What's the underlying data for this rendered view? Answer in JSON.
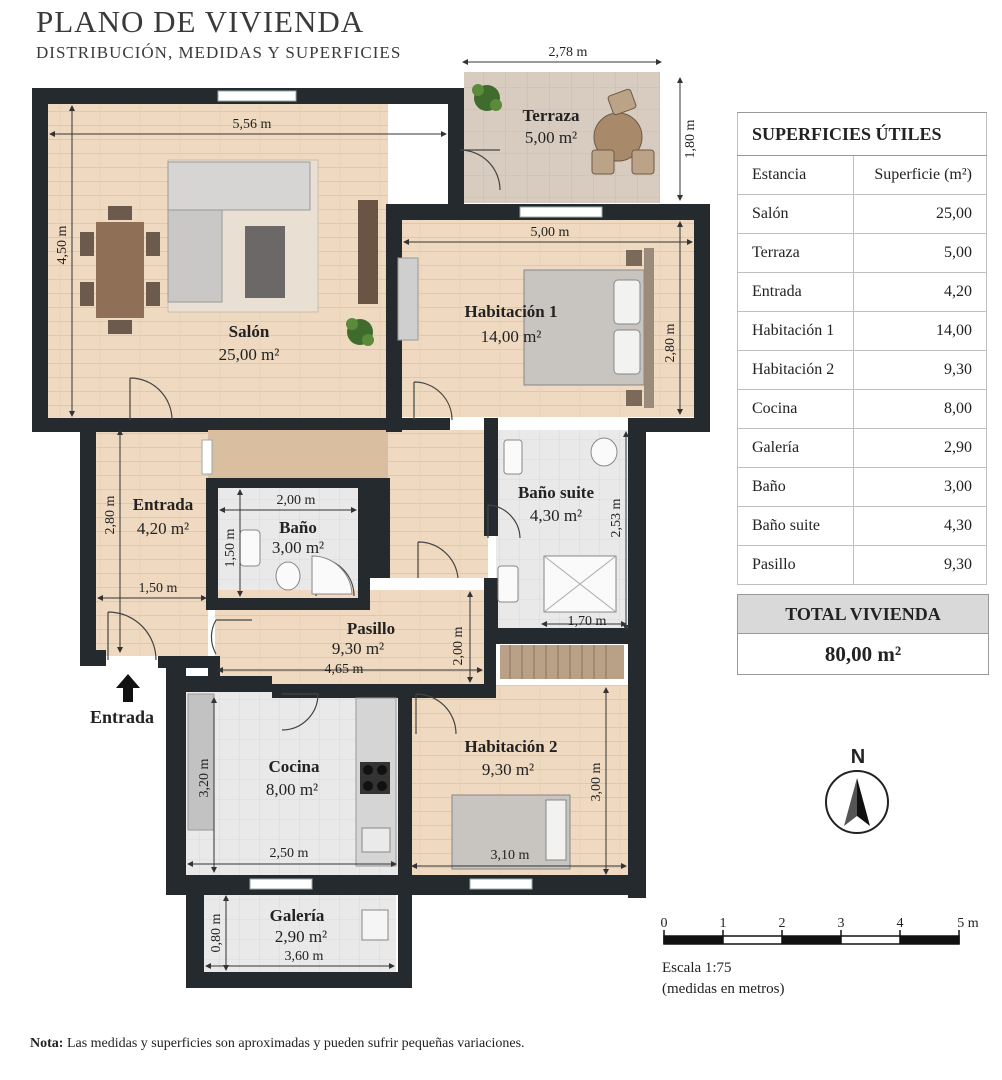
{
  "header": {
    "title": "PLANO DE VIVIENDA",
    "subtitle": "DISTRIBUCIÓN, MEDIDAS Y SUPERFICIES"
  },
  "rooms": {
    "terraza": {
      "name": "Terraza",
      "area": "5,00 m²"
    },
    "salon": {
      "name": "Salón",
      "area": "25,00 m²"
    },
    "hab1": {
      "name": "Habitación 1",
      "area": "14,00 m²"
    },
    "entrada": {
      "name": "Entrada",
      "area": "4,20 m²"
    },
    "bano": {
      "name": "Baño",
      "area": "3,00 m²"
    },
    "bano_suite": {
      "name": "Baño suite",
      "area": "4,30 m²"
    },
    "pasillo": {
      "name": "Pasillo",
      "area": "9,30 m²"
    },
    "cocina": {
      "name": "Cocina",
      "area": "8,00 m²"
    },
    "hab2": {
      "name": "Habitación 2",
      "area": "9,30 m²"
    },
    "galeria": {
      "name": "Galería",
      "area": "2,90 m²"
    }
  },
  "dimensions": {
    "terraza_w": "2,78 m",
    "terraza_h": "1,80 m",
    "salon_w": "5,56 m",
    "salon_h": "4,50 m",
    "hab1_w": "5,00 m",
    "hab1_h": "2,80 m",
    "entrada_h": "2,80 m",
    "entrada_w": "1,50 m",
    "bano_w": "2,00 m",
    "bano_h": "1,50 m",
    "suite_h": "2,53 m",
    "suite_w": "1,70 m",
    "pasillo_w": "4,65 m",
    "pasillo_h": "2,00 m",
    "cocina_h": "3,20 m",
    "cocina_w": "2,50 m",
    "hab2_h": "3,00 m",
    "hab2_w": "3,10 m",
    "galeria_h": "0,80 m",
    "galeria_w": "3,60 m"
  },
  "entry_label": "Entrada",
  "area_table": {
    "title": "SUPERFICIES ÚTILES",
    "col_room": "Estancia",
    "col_area": "Superficie (m²)",
    "rows": [
      {
        "room": "Salón",
        "area": "25,00"
      },
      {
        "room": "Terraza",
        "area": "5,00"
      },
      {
        "room": "Entrada",
        "area": "4,20"
      },
      {
        "room": "Habitación 1",
        "area": "14,00"
      },
      {
        "room": "Habitación 2",
        "area": "9,30"
      },
      {
        "room": "Cocina",
        "area": "8,00"
      },
      {
        "room": "Galería",
        "area": "2,90"
      },
      {
        "room": "Baño",
        "area": "3,00"
      },
      {
        "room": "Baño suite",
        "area": "4,30"
      },
      {
        "room": "Pasillo",
        "area": "9,30"
      }
    ]
  },
  "total": {
    "label": "TOTAL VIVIENDA",
    "value": "80,00 m²"
  },
  "north": "N",
  "scale": {
    "ticks": [
      "0",
      "1",
      "2",
      "3",
      "4",
      "5 m"
    ],
    "label": "Escala 1:75",
    "sublabel": "(medidas en metros)"
  },
  "note": {
    "bold": "Nota:",
    "text": " Las medidas y superficies son aproximadas y pueden sufrir pequeñas variaciones."
  },
  "colors": {
    "wall": "#252a2e",
    "wood_floor": "#efd9c0",
    "tile_floor": "#e8e8e8",
    "terrace_floor": "#d8ccc0",
    "plant": "#3f6b2c"
  }
}
